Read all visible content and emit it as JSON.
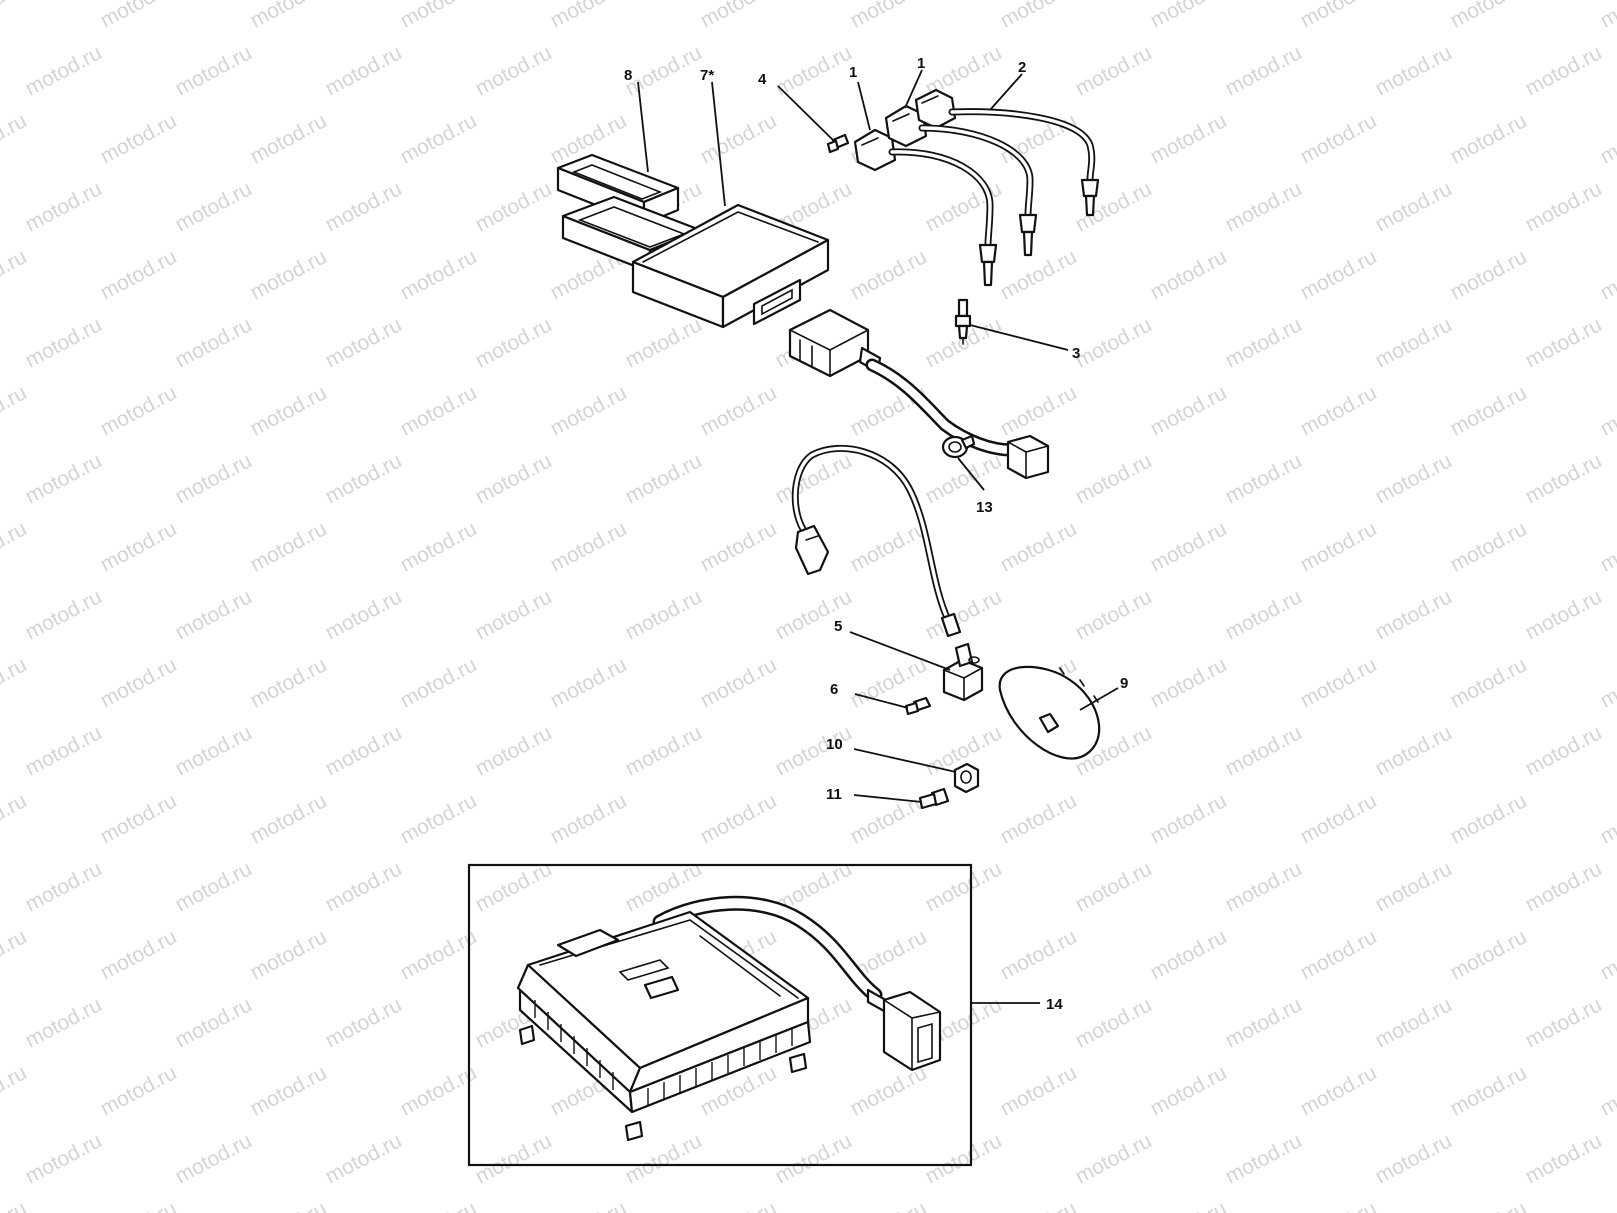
{
  "watermark": "motod.ru",
  "colors": {
    "line": "#111111",
    "background": "#ffffff",
    "watermark": "#d4d4d4"
  },
  "callouts": {
    "c1a": "1",
    "c1b": "1",
    "c2": "2",
    "c3": "3",
    "c4": "4",
    "c5": "5",
    "c6": "6",
    "c7": "7*",
    "c8": "8",
    "c9": "9",
    "c10": "10",
    "c11": "11",
    "c13": "13",
    "c14": "14"
  }
}
